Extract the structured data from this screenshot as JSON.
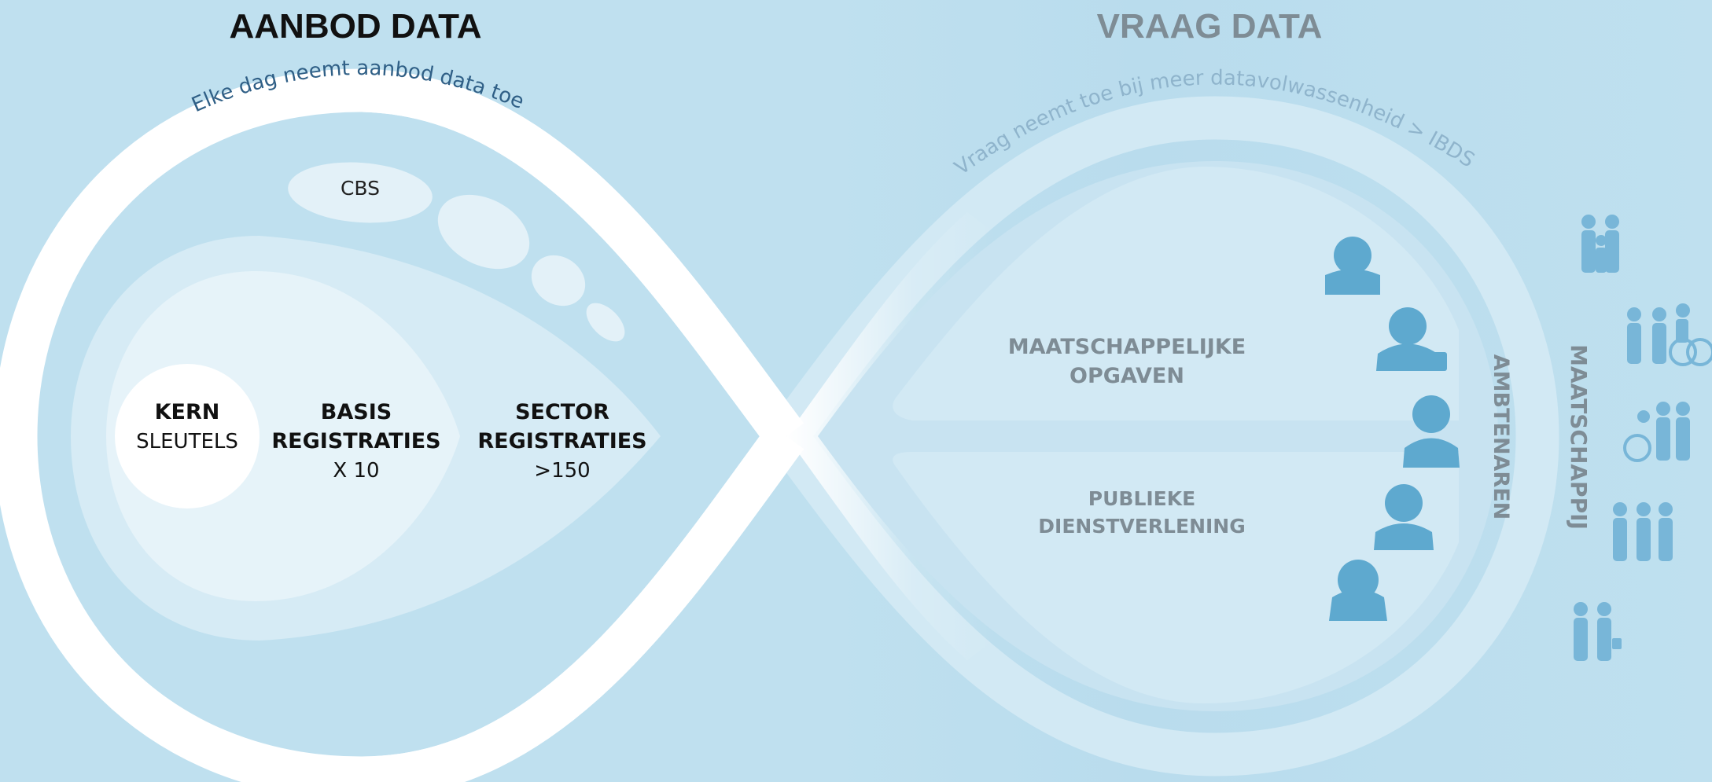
{
  "titles": {
    "supply": "AANBOD DATA",
    "demand": "VRAAG DATA"
  },
  "taglines": {
    "supply": "Elke dag neemt aanbod data toe!",
    "demand": "Vraag neemt toe bij meer datavolwassenheid > IBDS"
  },
  "supply": {
    "cbs": "CBS",
    "kern": {
      "line1": "KERN",
      "line2": "SLEUTELS"
    },
    "basis": {
      "line1": "BASIS",
      "line2": "REGISTRATIES",
      "line3": "X 10"
    },
    "sector": {
      "line1": "SECTOR",
      "line2": "REGISTRATIES",
      "line3": ">150"
    }
  },
  "demand": {
    "maatschappelijke": {
      "line1": "MAATSCHAPPELIJKE",
      "line2": "OPGAVEN"
    },
    "publieke": {
      "line1": "PUBLIEKE",
      "line2": "DIENSTVERLENING"
    },
    "ambtenaren": "AMBTENAREN",
    "maatschappij": "MAATSCHAPPIJ"
  },
  "colors": {
    "background": "#bfe0ef",
    "ring": "#ffffff",
    "dark_text": "#111111",
    "grey_text": "#7e8c95",
    "icon_blue": "#5ea9cf"
  }
}
